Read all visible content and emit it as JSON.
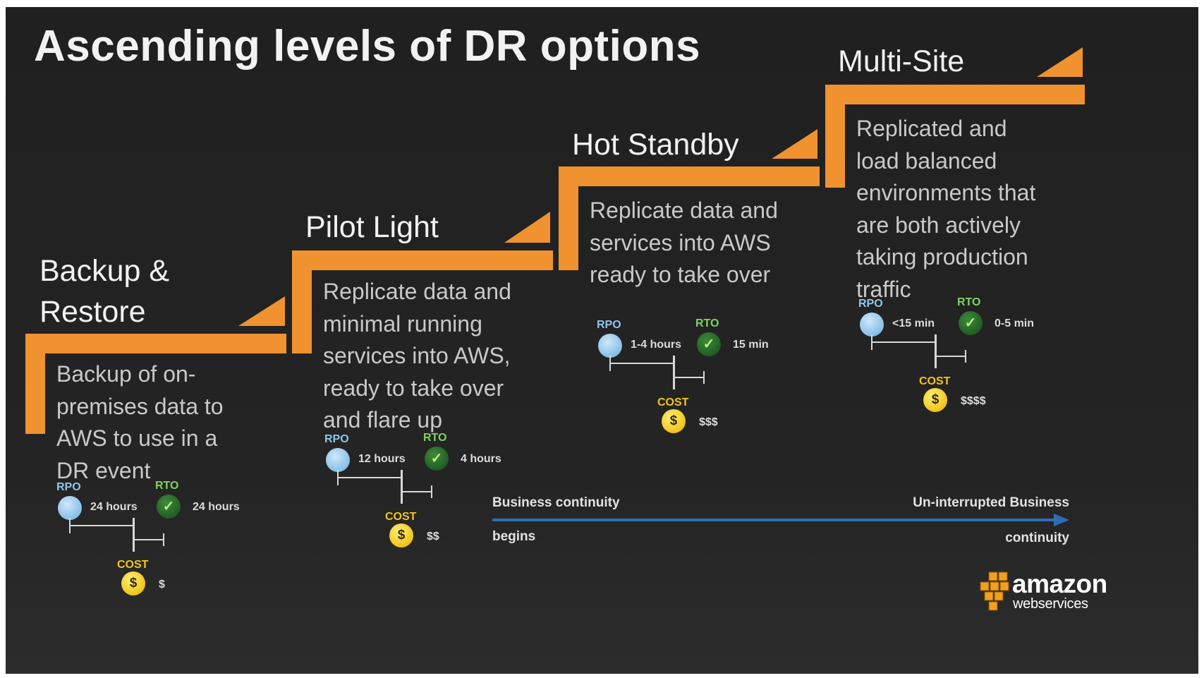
{
  "title": "Ascending levels of DR options",
  "accent_color": "#f0922f",
  "tiers": [
    {
      "title_lines": [
        "Backup &",
        "Restore"
      ],
      "description_lines": [
        "Backup of on-",
        "premises data to",
        "AWS to use in a",
        "DR event"
      ],
      "rpo_label": "RPO",
      "rpo_value": "24 hours",
      "rto_label": "RTO",
      "rto_value": "24 hours",
      "cost_label": "COST",
      "cost_value": "$"
    },
    {
      "title_lines": [
        "Pilot Light"
      ],
      "description_lines": [
        "Replicate data and",
        "minimal running",
        "services into AWS,",
        "ready to take over",
        "and flare up"
      ],
      "rpo_label": "RPO",
      "rpo_value": "12 hours",
      "rto_label": "RTO",
      "rto_value": "4 hours",
      "cost_label": "COST",
      "cost_value": "$$"
    },
    {
      "title_lines": [
        "Hot Standby"
      ],
      "description_lines": [
        "Replicate data and",
        "services into AWS",
        "ready to take over"
      ],
      "rpo_label": "RPO",
      "rpo_value": "1-4 hours",
      "rto_label": "RTO",
      "rto_value": "15 min",
      "cost_label": "COST",
      "cost_value": "$$$"
    },
    {
      "title_lines": [
        "Multi-Site"
      ],
      "description_lines": [
        "Replicated and",
        "load balanced",
        "environments that",
        "are both actively",
        "taking production",
        "traffic"
      ],
      "rpo_label": "RPO",
      "rpo_value": "<15 min",
      "rto_label": "RTO",
      "rto_value": "0-5 min",
      "cost_label": "COST",
      "cost_value": "$$$$"
    }
  ],
  "continuity": {
    "start_line1": "Business continuity",
    "start_line2": "begins",
    "end_line1": "Un-interrupted Business",
    "end_line2": "continuity",
    "arrow_color": "#2f6db5"
  },
  "logo": {
    "name": "aws-logo",
    "line1": "amazon",
    "line2": "webservices"
  },
  "icons": {
    "rto_check": "✓",
    "cost_symbol": "$"
  }
}
